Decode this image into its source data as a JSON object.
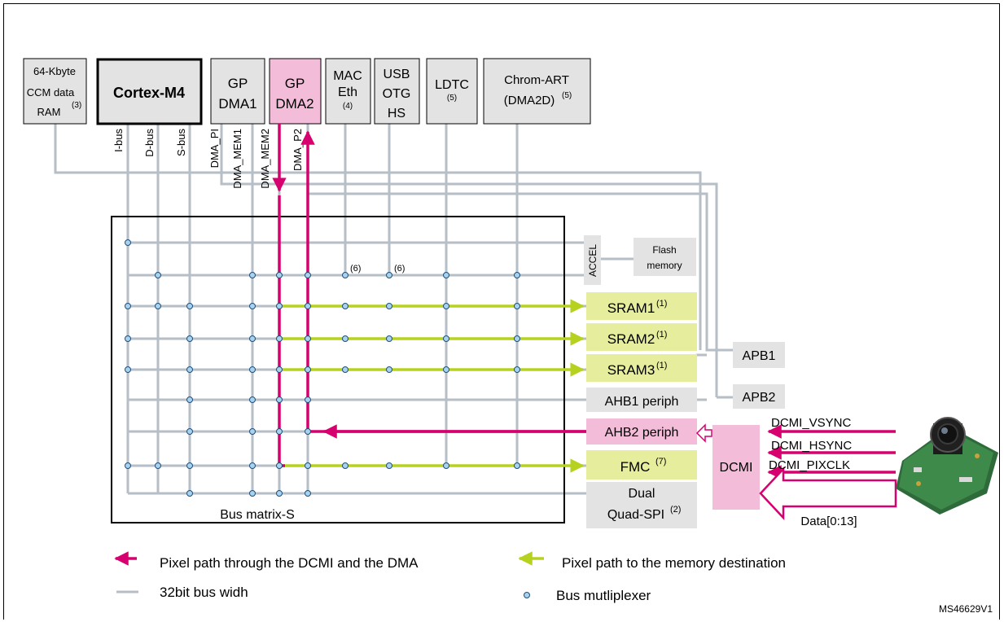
{
  "masters": {
    "ccm": {
      "line1": "64-Kbyte",
      "line2": "CCM data",
      "line3": "RAM",
      "note": "(3)"
    },
    "cortex": {
      "label": "Cortex-M4"
    },
    "dma1": {
      "line1": "GP",
      "line2": "DMA1"
    },
    "dma2": {
      "line1": "GP",
      "line2": "DMA2"
    },
    "mac": {
      "line1": "MAC",
      "line2": "Eth",
      "note": "(4)"
    },
    "usb": {
      "line1": "USB",
      "line2": "OTG",
      "line3": "HS"
    },
    "ltdc": {
      "line1": "LDTC",
      "note": "(5)"
    },
    "chrom": {
      "line1": "Chrom-ART",
      "line2": "(DMA2D)",
      "note": "(5)"
    }
  },
  "bus_labels": {
    "ibus": "I-bus",
    "dbus": "D-bus",
    "sbus": "S-bus",
    "dma_pi": "DMA_PI",
    "dma_mem1": "DMA_MEM1",
    "dma_mem2": "DMA_MEM2",
    "dma_p2": "DMA_P2"
  },
  "matrix": {
    "label": "Bus matrix-S",
    "note_mac": "(6)",
    "note_usb": "(6)"
  },
  "slaves": {
    "accel": "ACCEL",
    "flash_line1": "Flash",
    "flash_line2": "memory",
    "sram1": "SRAM1",
    "sram1_note": "(1)",
    "sram2": "SRAM2",
    "sram2_note": "(1)",
    "sram3": "SRAM3",
    "sram3_note": "(1)",
    "ahb1": "AHB1 periph",
    "ahb2": "AHB2 periph",
    "fmc": "FMC",
    "fmc_note": "(7)",
    "qspi_line1": "Dual",
    "qspi_line2": "Quad-SPI",
    "qspi_note": "(2)",
    "apb1": "APB1",
    "apb2": "APB2"
  },
  "dcmi": {
    "label": "DCMI",
    "vsync": "DCMI_VSYNC",
    "hsync": "DCMI_HSYNC",
    "pixclk": "DCMI_PIXCLK",
    "data": "Data[0:13]"
  },
  "legend": {
    "pink_path": "Pixel path through the DCMI and the DMA",
    "green_path": "Pixel path to the memory destination",
    "bus": "32bit bus widh",
    "mux": "Bus mutliplexer"
  },
  "figure_id": "MS46629V1",
  "colors": {
    "pink": "#d6006e",
    "green": "#b7d21e",
    "bus_gray": "#b6bec6",
    "pink_fill": "#f3bcd9",
    "green_fill": "#e6ee9e",
    "gray_fill": "#e3e3e3",
    "mux_fill": "#a7d3ee"
  }
}
